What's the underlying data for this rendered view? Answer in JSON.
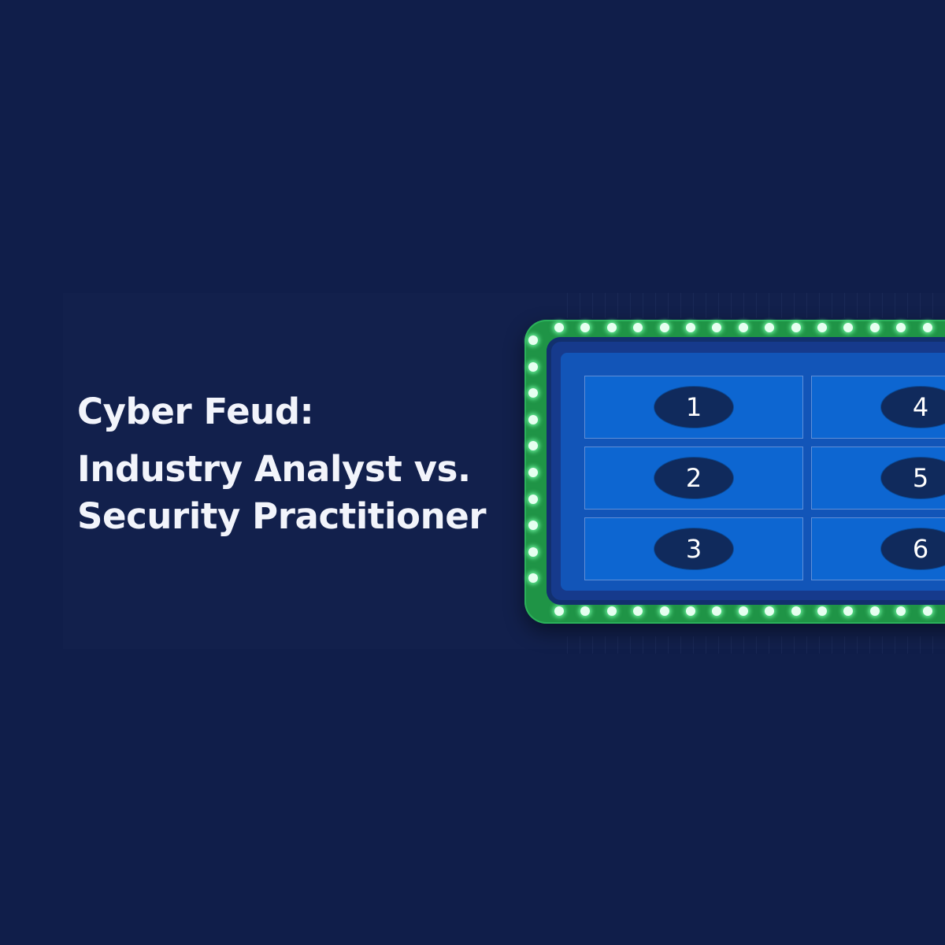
{
  "headline": {
    "line1": "Cyber Feud:",
    "line2": "Industry Analyst vs.",
    "line3": "Security Practitioner"
  },
  "board": {
    "answers": [
      {
        "number": "1"
      },
      {
        "number": "2"
      },
      {
        "number": "3"
      },
      {
        "number": "4"
      },
      {
        "number": "5"
      },
      {
        "number": "6"
      }
    ]
  },
  "colors": {
    "background": "#101e4a",
    "frame": "#1f9446",
    "bulb": "#e6fff0",
    "cell": "#0d66d1",
    "badge": "#102a5c",
    "text": "#f2f4fb"
  }
}
